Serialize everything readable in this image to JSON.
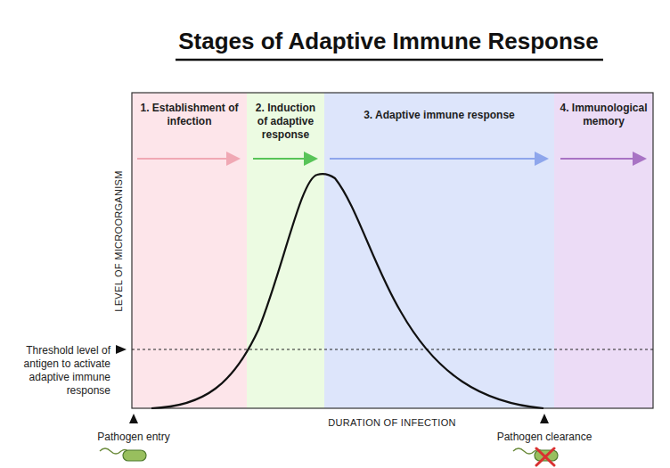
{
  "diagram": {
    "title": "Stages of Adaptive Immune Response",
    "nodes": [
      {
        "text": [
          "1. Establishment of infection"
        ]
      },
      {
        "text": [
          "2. Induction of adaptive response"
        ]
      },
      {
        "text": [
          "3. Adaptive immune response"
        ]
      },
      {
        "text": [
          "4. Immunological memory"
        ]
      }
    ],
    "labels": [
      "LEVEL OF MICROORGANISM",
      "Threshold level of antigen to activate adaptive immune response",
      "DURATION OF INFECTION",
      "Pathogen entry",
      "Pathogen clearance"
    ]
  }
}
